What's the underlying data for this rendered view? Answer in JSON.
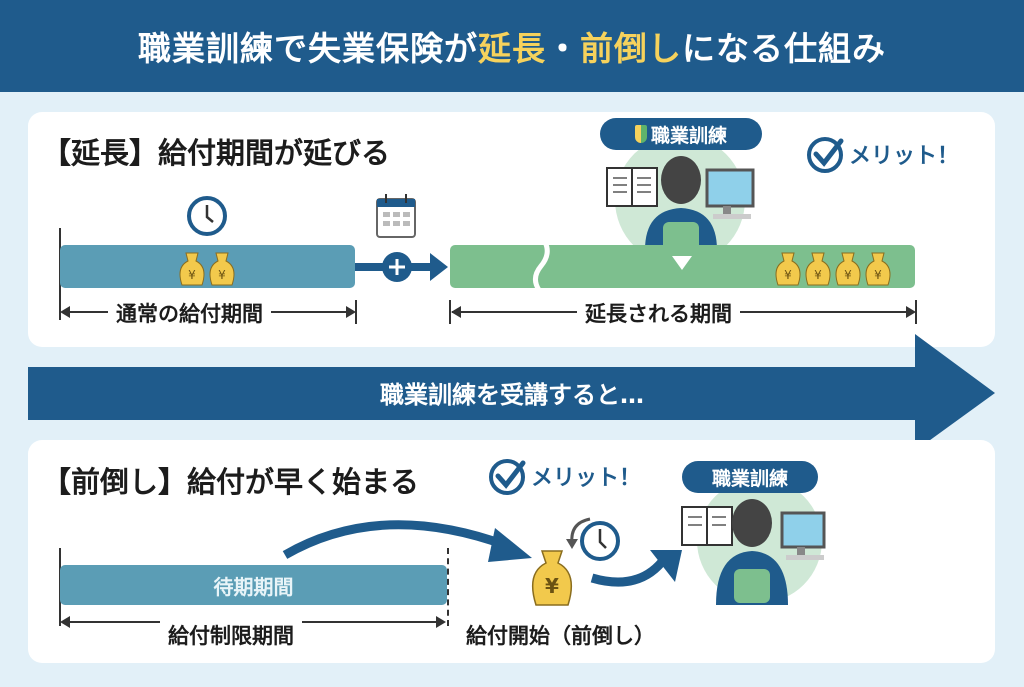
{
  "header": {
    "title_part1": "職業訓練で失業保険が",
    "title_hl1": "延長",
    "title_sep": "・",
    "title_hl2": "前倒し",
    "title_part2": "になる仕組み"
  },
  "extension": {
    "title": "【延長】給付期間が延びる",
    "badge": "職業訓練",
    "merit": "メリット！",
    "normal_period": "通常の給付期間",
    "extended_period": "延長される期間",
    "money_symbol": "¥"
  },
  "transition": {
    "text": "職業訓練を受講すると…"
  },
  "advance": {
    "title": "【前倒し】給付が早く始まる",
    "merit": "メリット！",
    "badge": "職業訓練",
    "waiting_period": "待期期間",
    "restriction_period": "給付制限期間",
    "benefit_start": "給付開始（前倒し）",
    "money_symbol": "¥"
  },
  "colors": {
    "navy": "#1f5b8c",
    "yellow": "#f6d25c",
    "blue_bar": "#5b9db5",
    "green_bar": "#7dbf8e",
    "bg": "#e2f0f8"
  }
}
